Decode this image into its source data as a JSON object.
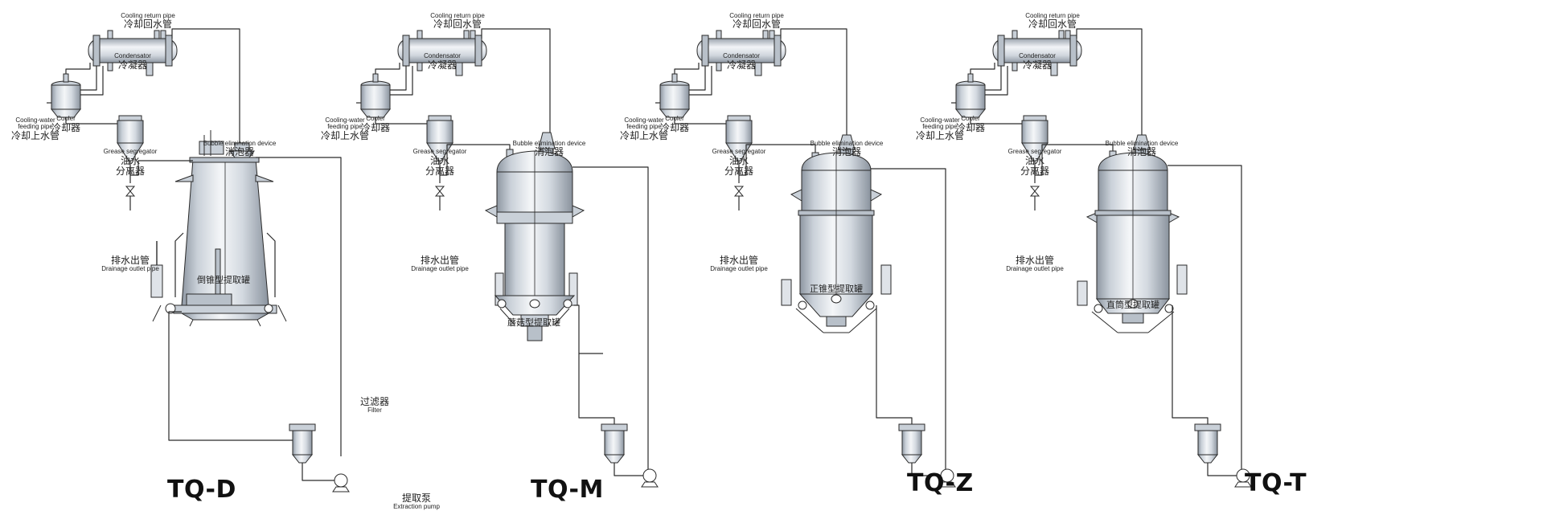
{
  "labels": {
    "cooling_return_en": "Cooling return pipe",
    "cooling_return_zh": "冷却回水管",
    "condenser_en": "Condensator",
    "condenser_zh": "冷凝器",
    "cooler_en": "Cooler",
    "cooler_zh": "冷却器",
    "feeding_en_1": "Cooling-water",
    "feeding_en_2": "feeding pipe",
    "feeding_zh": "冷却上水管",
    "grease_en": "Grease segregator",
    "grease_zh_1": "油水",
    "grease_zh_2": "分离器",
    "bubble_en": "Bubble elimination device",
    "bubble_zh": "消泡器",
    "drain_zh": "排水出管",
    "drain_en": "Drainage outlet pipe",
    "filter_zh": "过滤器",
    "filter_en": "Filter",
    "pump_zh": "提取泵",
    "pump_en": "Extraction pump"
  },
  "units": [
    {
      "model": "TQ-D",
      "tank_label": "倒锥型提取罐"
    },
    {
      "model": "TQ-M",
      "tank_label": "蘑菇型提取罐"
    },
    {
      "model": "TQ-Z",
      "tank_label": "正锥型提取罐"
    },
    {
      "model": "TQ-T",
      "tank_label": "直筒型提取罐"
    }
  ],
  "colors": {
    "line": "#2a2a2a",
    "steel_light": "#eef1f5",
    "steel_mid": "#c4cbd4",
    "steel_dark": "#8a939e",
    "text": "#222222"
  }
}
